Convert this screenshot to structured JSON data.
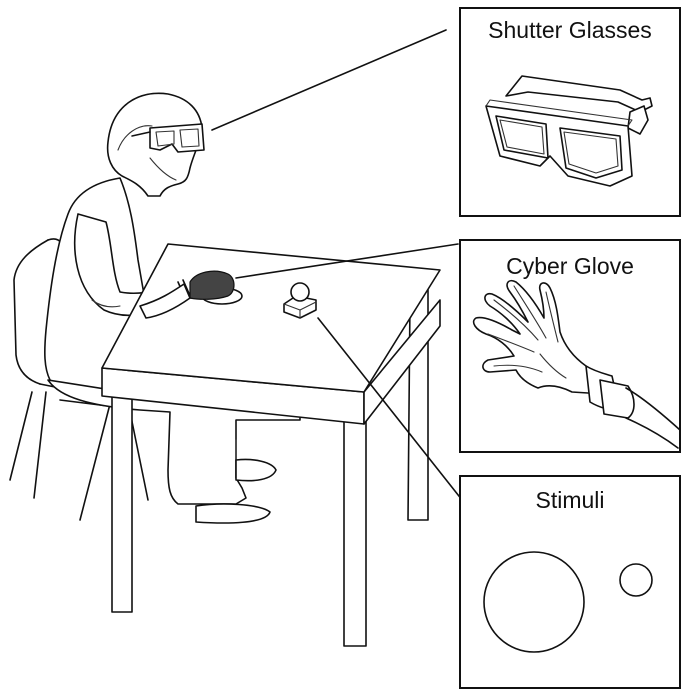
{
  "panels": {
    "glasses": {
      "title": "Shutter Glasses",
      "icon": "shutter-glasses-icon"
    },
    "glove": {
      "title": "Cyber Glove",
      "icon": "cyber-glove-icon"
    },
    "stimuli": {
      "title": "Stimuli",
      "icon": "stimuli-spheres-icon"
    }
  },
  "colors": {
    "line": "#111111",
    "background": "#ffffff",
    "glove_fill": "#444444"
  }
}
